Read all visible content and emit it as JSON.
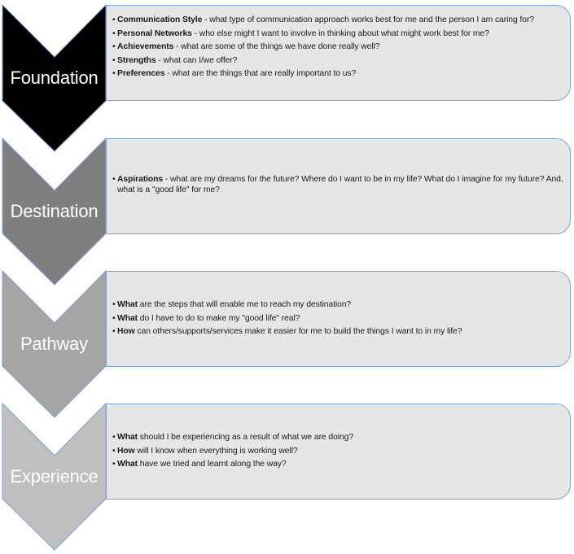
{
  "diagram": {
    "colors": {
      "box_fill": "#e7e6e6",
      "box_border": "#7ba0dc",
      "chevron_outline": "#7ba0dc",
      "label_text": "#ffffff"
    },
    "stages": [
      {
        "label": "Foundation",
        "color": "#000000",
        "bullets": [
          {
            "bold": "Communication Style",
            "text": " - what type of communication approach works best for me and the person I am caring for?"
          },
          {
            "bold": "Personal Networks",
            "text": " - who else might I want to involve in thinking about what might work best for me?"
          },
          {
            "bold": "Achievements",
            "text": " - what are some of the things we have done really well?"
          },
          {
            "bold": "Strengths",
            "text": " - what can I/we offer?"
          },
          {
            "bold": "Preferences",
            "text": " - what are the things that are really important to us?"
          }
        ]
      },
      {
        "label": "Destination",
        "color": "#7f7f7f",
        "bullets": [
          {
            "bold": "Aspirations",
            "text": " - what are my dreams for the future? Where do I want to be in my life? What do I imagine for my future? And, what is a \"good life\" for me?"
          }
        ]
      },
      {
        "label": "Pathway",
        "color": "#a5a5a5",
        "bullets": [
          {
            "bold": "What",
            "text": " are the steps that will enable me to reach my destination?"
          },
          {
            "bold": "What",
            "text": " do I have to do to make my \"good life\" real?"
          },
          {
            "bold": "How",
            "text": " can others/supports/services make it easier for me to build the things I want to in my life?"
          }
        ]
      },
      {
        "label": "Experience",
        "color": "#bfbfbf",
        "bullets": [
          {
            "bold": "What",
            "text": " should I be experiencing as a result of what we are doing?"
          },
          {
            "bold": "How",
            "text": " will I know when everything is working well?"
          },
          {
            "bold": "What",
            "text": " have we tried and learnt along the way?"
          }
        ]
      }
    ],
    "bullet_glyph": "•"
  }
}
